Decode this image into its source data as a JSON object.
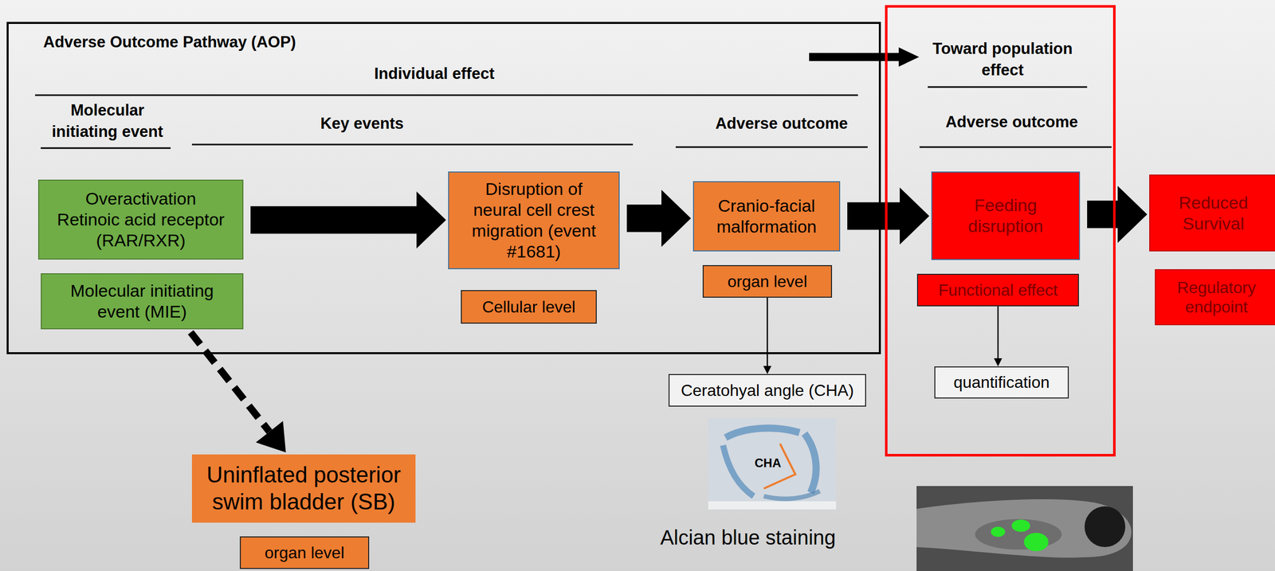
{
  "diagram": {
    "nodes": [
      {
        "text": [
          "Adverse Outcome Pathway (AOP)"
        ]
      },
      {
        "text": [
          "Overactivation Retinoic acid receptor (RAR/RXR)"
        ],
        "in": 0
      },
      {
        "text": [
          "Molecular initiating event (MIE)"
        ],
        "in": 0
      },
      {
        "text": [
          "Disruption of neural cell crest migration (event #1681)"
        ],
        "in": 0
      },
      {
        "text": [
          "Cellular level"
        ],
        "in": 0
      },
      {
        "text": [
          "Cranio-facial malformation"
        ],
        "in": 0
      },
      {
        "text": [
          "organ level"
        ],
        "in": 0
      },
      {
        "text": [
          "Toward population effect",
          "Adverse outcome"
        ]
      },
      {
        "text": [
          "Feeding disruption"
        ],
        "in": 7
      },
      {
        "text": [
          "Functional effect"
        ],
        "in": 7
      },
      {
        "text": [
          "quantification"
        ],
        "in": 7
      },
      {
        "text": [
          "Reduced Survival"
        ]
      },
      {
        "text": [
          "Regulatory endpoint"
        ]
      },
      {
        "text": [
          "Uninflated posterior swim bladder (SB)"
        ]
      },
      {
        "text": [
          "organ level"
        ]
      },
      {
        "text": [
          "Ceratohyal angle (CHA)"
        ]
      }
    ],
    "edges": [
      {
        "from": 1,
        "to": 3,
        "arrow": "to"
      },
      {
        "from": 3,
        "to": 5,
        "arrow": "to"
      },
      {
        "from": 5,
        "to": 8,
        "arrow": "to"
      },
      {
        "from": 8,
        "to": 11,
        "arrow": "to"
      },
      {
        "from": 2,
        "to": 13,
        "arrow": "to"
      },
      {
        "from": 6,
        "to": 15,
        "arrow": "to"
      },
      {
        "from": 9,
        "to": 10,
        "arrow": "to"
      }
    ],
    "labels": [
      "Individual effect",
      "Molecular initiating event",
      "Key events",
      "Adverse outcome",
      "CHA",
      "Alcian blue staining"
    ]
  }
}
